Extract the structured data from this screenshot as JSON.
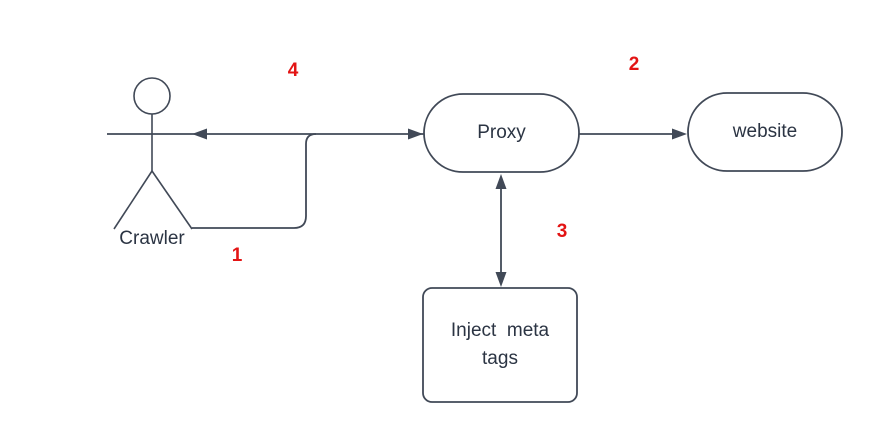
{
  "diagram": {
    "nodes": {
      "crawler": {
        "label": "Crawler"
      },
      "proxy": {
        "label": "Proxy"
      },
      "website": {
        "label": "website"
      },
      "inject": {
        "label": "Inject  meta\ntags"
      }
    },
    "steps": [
      {
        "label": "1"
      },
      {
        "label": "2"
      },
      {
        "label": "3"
      },
      {
        "label": "4"
      }
    ],
    "colors": {
      "stroke": "#414957",
      "text": "#2b3443",
      "step_number": "#e31414",
      "background": "#ffffff"
    }
  }
}
